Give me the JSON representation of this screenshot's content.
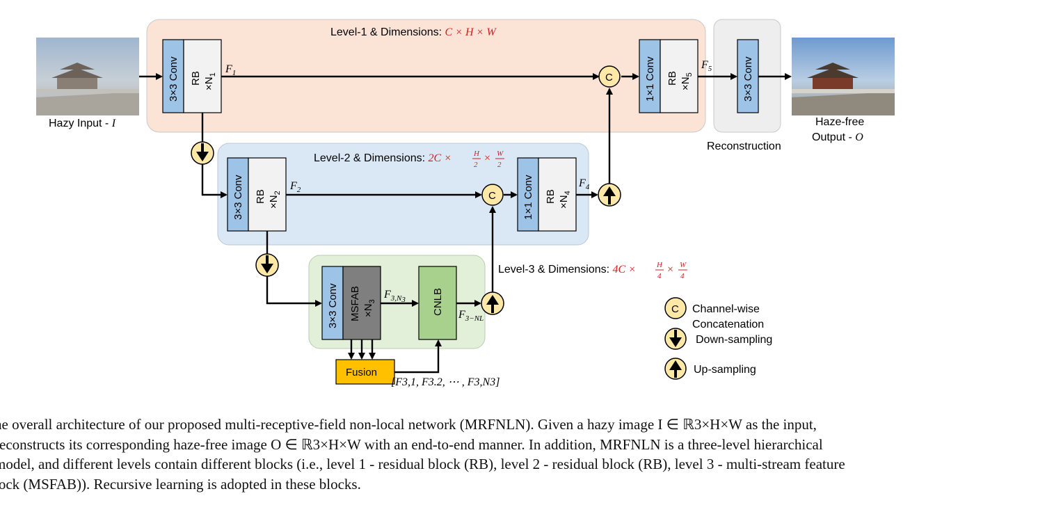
{
  "levels": {
    "level1_label": "Level-1 & Dimensions: ",
    "level1_dims": "C × H × W",
    "level2_label": "Level-2 & Dimensions: ",
    "level2_dims_prefix": "2C × ",
    "level2_frac1_num": "H",
    "level2_frac1_den": "2",
    "level2_frac2_num": "W",
    "level2_frac2_den": "2",
    "level3_label": "Level-3 & Dimensions: ",
    "level3_dims_prefix": "4C × ",
    "level3_frac1_num": "H",
    "level3_frac1_den": "4",
    "level3_frac2_num": "W",
    "level3_frac2_den": "4"
  },
  "blocks": {
    "conv3": "3×3 Conv",
    "conv1": "1×1 Conv",
    "rb": "RB",
    "times_n": "×N",
    "n1": "1",
    "n2": "2",
    "n3": "3",
    "n4": "4",
    "n5": "5",
    "msfab": "MSFAB",
    "cnlb": "CNLB",
    "fusion": "Fusion",
    "concat_symbol": "C"
  },
  "features": {
    "f": "F",
    "f1": "1",
    "f2": "2",
    "f4": "4",
    "f5": "5",
    "f3n3_sub": "3,N",
    "f3n3_subsub": "3",
    "f3nl_sub": "3−NL",
    "fusion_list": "[F3,1, F3.2, ⋯ , F3,N3]"
  },
  "io": {
    "input_label": "Hazy Input - ",
    "input_var": "I",
    "output_label_1": "Haze-free",
    "output_label_2": "Output - ",
    "output_var": "O",
    "reconstruction": "Reconstruction"
  },
  "legend": {
    "concat_1": "Channel-wise",
    "concat_2": "Concatenation",
    "down": "Down-sampling",
    "up": "Up-sampling"
  },
  "colors": {
    "level1_bg": "#fbe3d6",
    "level2_bg": "#dae8f5",
    "level3_bg": "#e2efd9",
    "recon_bg": "#eeeeee",
    "conv_blue": "#9dc3e6",
    "rb_gray": "#f2f2f2",
    "msfab_gray": "#7f7f7f",
    "cnlb_green": "#a9d18e",
    "fusion_orange": "#ffc000",
    "node_yellow": "#fde8a8",
    "dims_red": "#d21f1f"
  },
  "caption": {
    "line1": "he overall architecture of our proposed multi-receptive-field non-local network (MRFNLN). Given a hazy image I ∈ ℝ3×H×W as the input,",
    "line2": "reconstructs its corresponding haze-free image O ∈ ℝ3×H×W with an end-to-end manner. In addition, MRFNLN is a three-level hierarchical",
    "line3": "model, and different levels contain different blocks (i.e., level 1 - residual block (RB), level 2 - residual block (RB), level 3 - multi-stream feature",
    "line4": "lock (MSFAB)). Recursive learning is adopted in these blocks."
  }
}
